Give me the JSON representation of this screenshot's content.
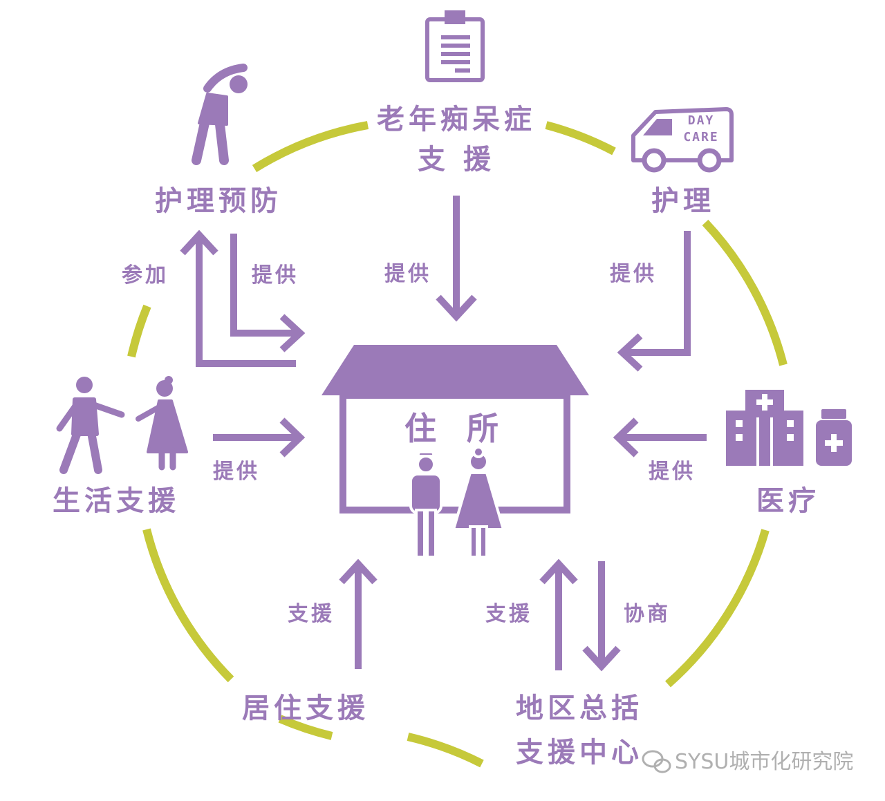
{
  "colors": {
    "purple": "#9b7ab8",
    "ring": "#c6c93a",
    "watermark": "#b0b0b0"
  },
  "center": {
    "label": "住 所"
  },
  "nodes": {
    "dementia": {
      "line1": "老年痴呆症",
      "line2": "支 援",
      "icon": "clipboard-icon"
    },
    "prevention": {
      "label": "护理预防",
      "icon": "stretching-person-icon"
    },
    "care": {
      "label": "护理",
      "icon": "daycare-van-icon",
      "van_line1": "DAY",
      "van_line2": "CARE"
    },
    "living": {
      "label": "生活支援",
      "icon": "helping-people-icon"
    },
    "medical": {
      "label": "医疗",
      "icon": "hospital-icon"
    },
    "housing": {
      "label": "居住支援"
    },
    "center_support": {
      "line1": "地区总括",
      "line2": "支援中心"
    }
  },
  "edges": {
    "participate": "参加",
    "prevention_provide": "提供",
    "dementia_provide": "提供",
    "care_provide": "提供",
    "living_provide": "提供",
    "medical_provide": "提供",
    "housing_support": "支援",
    "center_support": "支援",
    "center_consult": "协商"
  },
  "watermark": {
    "text": "SYSU城市化研究院",
    "icon": "wechat-icon"
  }
}
